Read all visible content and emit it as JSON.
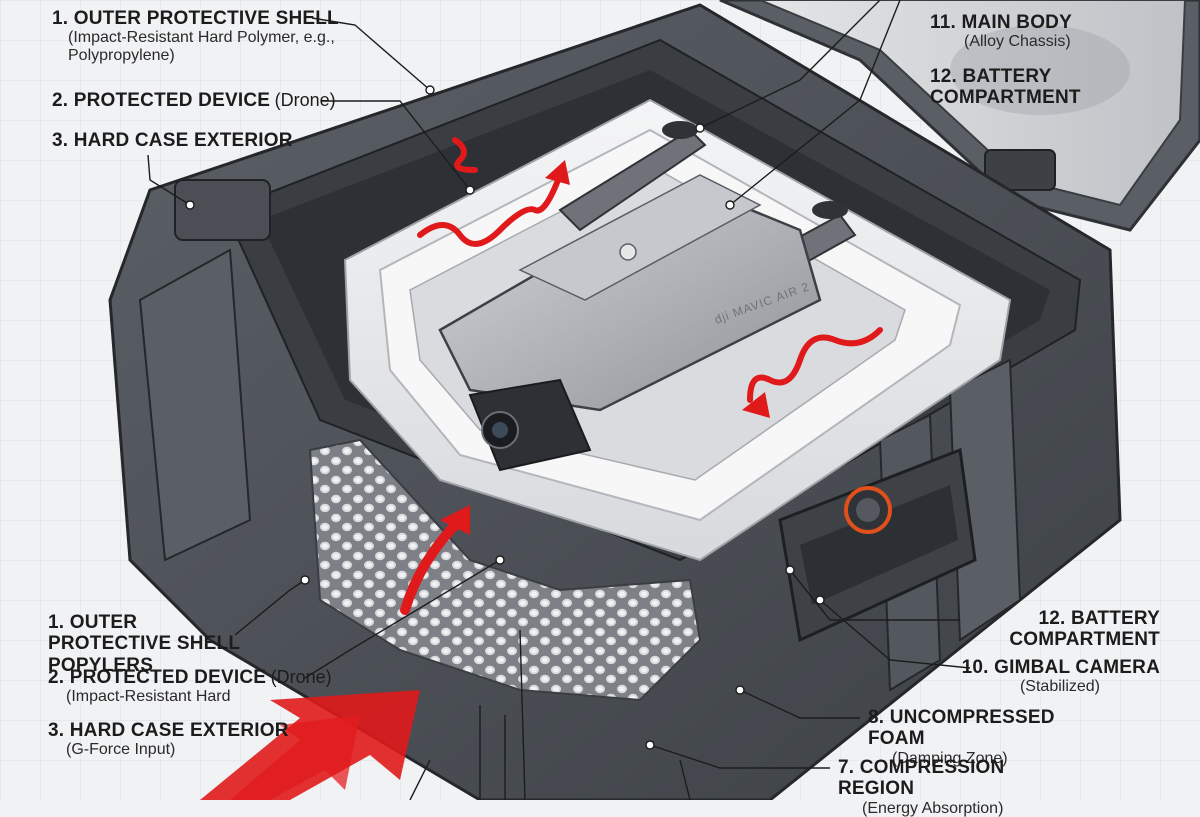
{
  "labels_top_left": [
    {
      "title": "1. OUTER PROTECTIVE SHELL",
      "sub": "(Impact-Resistant Hard Polymer, e.g., Polypropylene)"
    },
    {
      "title": "2. PROTECTED DEVICE",
      "inline": "(Drone)"
    },
    {
      "title": "3. HARD CASE EXTERIOR"
    }
  ],
  "labels_top_right": [
    {
      "title": "11. MAIN BODY",
      "sub": "(Alloy Chassis)"
    },
    {
      "title": "12. BATTERY COMPARTMENT"
    }
  ],
  "labels_bottom_left": [
    {
      "title": "1. OUTER PROTECTIVE SHELL POPYLERS"
    },
    {
      "title": "2. PROTECTED DEVICE",
      "inline": "(Drone)",
      "sub": "(Impact-Resistant Hard"
    },
    {
      "title": "3. HARD CASE EXTERIOR",
      "sub": "(G-Force Input)"
    }
  ],
  "labels_bottom_right": [
    {
      "title": "12. BATTERY COMPARTMENT"
    },
    {
      "title": "10. GIMBAL CAMERA",
      "sub": "(Stabilized)"
    },
    {
      "title": "8. UNCOMPRESSED FOAM",
      "sub": "(Damping Zone)"
    },
    {
      "title": "7. COMPRESSION REGION",
      "sub": "(Energy Absorption)"
    }
  ],
  "drone_marking": "dji MAVIC AIR 2",
  "colors": {
    "case_dark": "#4a4e54",
    "case_mid": "#6b7077",
    "foam_light": "#e9eaec",
    "foam_honeycomb": "#9a9da2",
    "drone_body": "#b9bdc2",
    "force_arrow": "#e0191b",
    "accent_orange": "#e0501a"
  },
  "icons": [
    "force-arrow-icon",
    "vibration-arrow-icon",
    "latch-icon",
    "handle-icon",
    "pressure-valve-icon"
  ]
}
